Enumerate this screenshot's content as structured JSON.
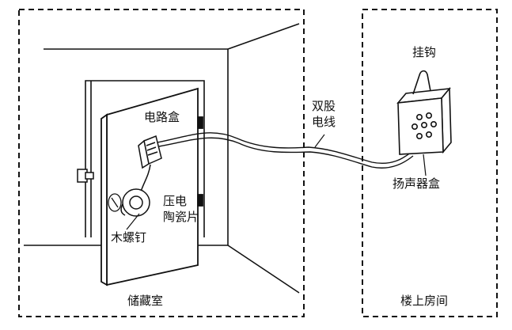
{
  "labels": {
    "storage_room": "储藏室",
    "upstairs_room": "楼上房间",
    "circuit_box": "电路盒",
    "piezo_ceramic_line1": "压电",
    "piezo_ceramic_line2": "陶瓷片",
    "wood_screw": "木螺钉",
    "twin_wire_line1": "双股",
    "twin_wire_line2": "电线",
    "hook": "挂钩",
    "speaker_box": "扬声器盒"
  },
  "colors": {
    "line": "#111111",
    "background": "#ffffff"
  }
}
